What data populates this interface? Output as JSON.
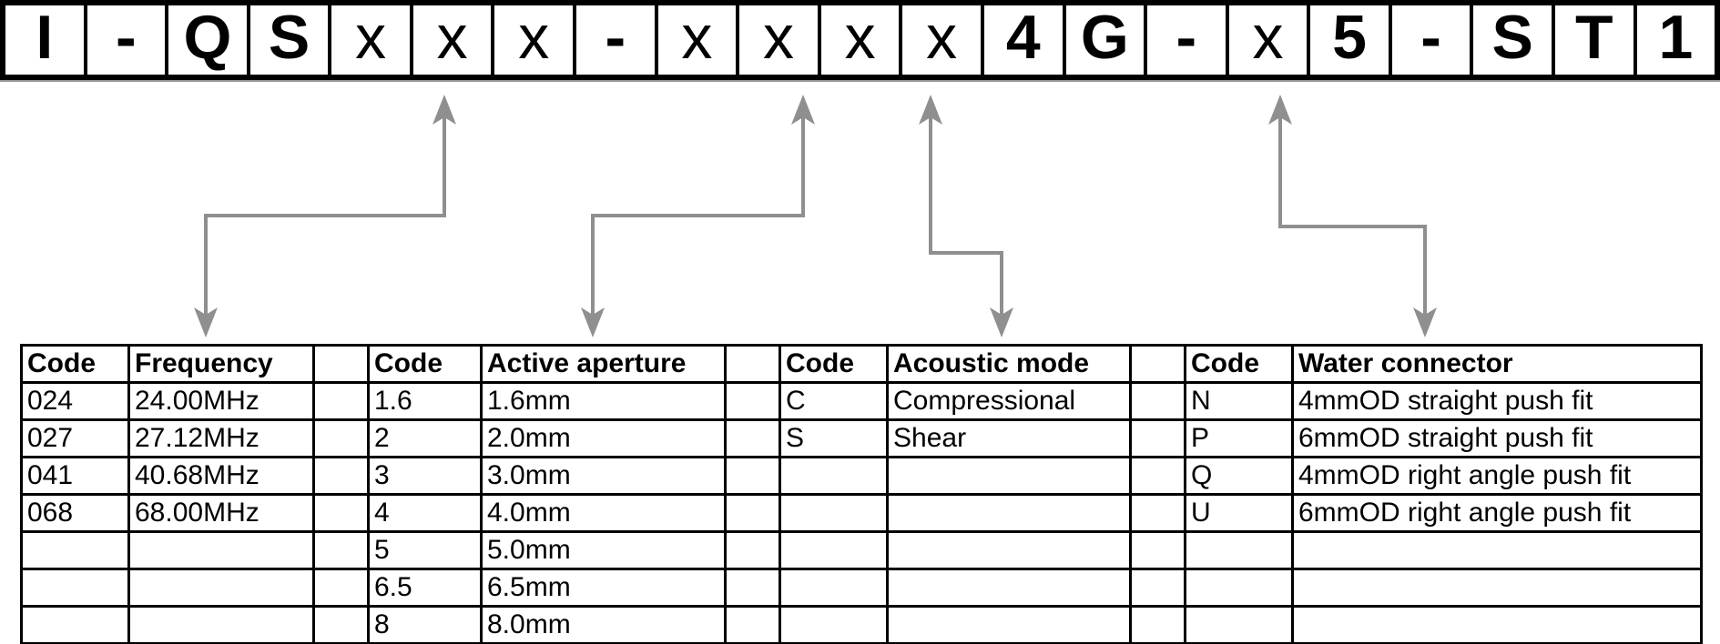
{
  "colors": {
    "border": "#000000",
    "arrow": "#8f8f8f",
    "background": "#ffffff"
  },
  "code_row": {
    "full_code": "I-QSxxx-xxxx4G-x5-ST1",
    "cells": [
      {
        "char": "I",
        "style": "fixed"
      },
      {
        "char": "-",
        "style": "fixed"
      },
      {
        "char": "Q",
        "style": "fixed"
      },
      {
        "char": "S",
        "style": "fixed"
      },
      {
        "char": "x",
        "style": "variable"
      },
      {
        "char": "x",
        "style": "variable"
      },
      {
        "char": "x",
        "style": "variable"
      },
      {
        "char": "-",
        "style": "fixed"
      },
      {
        "char": "x",
        "style": "variable"
      },
      {
        "char": "x",
        "style": "variable"
      },
      {
        "char": "x",
        "style": "variable"
      },
      {
        "char": "x",
        "style": "variable"
      },
      {
        "char": "4",
        "style": "fixed"
      },
      {
        "char": "G",
        "style": "fixed"
      },
      {
        "char": "-",
        "style": "fixed"
      },
      {
        "char": "x",
        "style": "variable"
      },
      {
        "char": "5",
        "style": "fixed"
      },
      {
        "char": "-",
        "style": "fixed"
      },
      {
        "char": "S",
        "style": "fixed"
      },
      {
        "char": "T",
        "style": "fixed"
      },
      {
        "char": "1",
        "style": "fixed"
      }
    ]
  },
  "arrows": [
    {
      "name": "frequency-arrow"
    },
    {
      "name": "active-aperture-arrow"
    },
    {
      "name": "acoustic-mode-arrow"
    },
    {
      "name": "water-connector-arrow"
    }
  ],
  "table": {
    "row_count": 7,
    "groups": [
      {
        "name": "frequency",
        "code_header": "Code",
        "value_header": "Frequency",
        "rows": [
          [
            "024",
            "24.00MHz"
          ],
          [
            "027",
            "27.12MHz"
          ],
          [
            "041",
            "40.68MHz"
          ],
          [
            "068",
            "68.00MHz"
          ]
        ]
      },
      {
        "name": "active-aperture",
        "code_header": "Code",
        "value_header": "Active aperture",
        "rows": [
          [
            "1.6",
            "1.6mm"
          ],
          [
            "2",
            "2.0mm"
          ],
          [
            "3",
            "3.0mm"
          ],
          [
            "4",
            "4.0mm"
          ],
          [
            "5",
            "5.0mm"
          ],
          [
            "6.5",
            "6.5mm"
          ],
          [
            "8",
            "8.0mm"
          ]
        ]
      },
      {
        "name": "acoustic-mode",
        "code_header": "Code",
        "value_header": "Acoustic mode",
        "rows": [
          [
            "C",
            "Compressional"
          ],
          [
            "S",
            "Shear"
          ]
        ]
      },
      {
        "name": "water-connector",
        "code_header": "Code",
        "value_header": "Water connector",
        "rows": [
          [
            "N",
            "4mmOD straight push fit"
          ],
          [
            "P",
            "6mmOD straight push fit"
          ],
          [
            "Q",
            "4mmOD right angle push fit"
          ],
          [
            "U",
            "6mmOD right angle push fit"
          ]
        ]
      }
    ]
  }
}
